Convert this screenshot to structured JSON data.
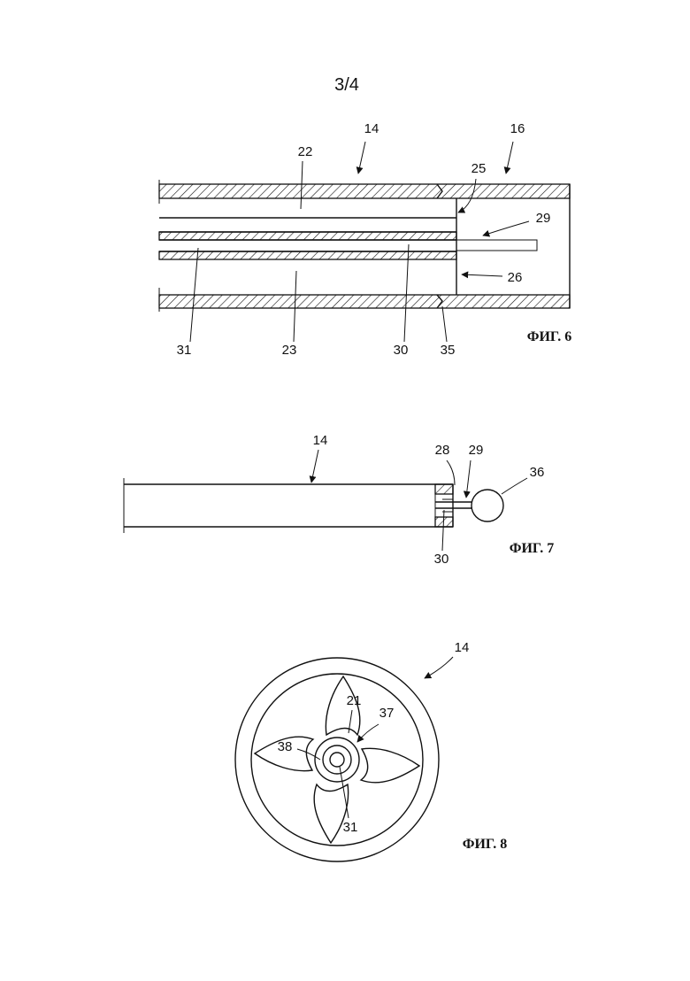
{
  "page_number": "3/4",
  "colors": {
    "ink": "#111111",
    "paper": "#ffffff"
  },
  "figures": [
    {
      "caption": "ФИГ. 6",
      "labels": [
        "14",
        "16",
        "22",
        "25",
        "29",
        "26",
        "23",
        "31",
        "30",
        "35"
      ]
    },
    {
      "caption": "ФИГ. 7",
      "labels": [
        "14",
        "28",
        "29",
        "36",
        "30"
      ]
    },
    {
      "caption": "ФИГ. 8",
      "labels": [
        "14",
        "21",
        "37",
        "38",
        "31"
      ]
    }
  ]
}
